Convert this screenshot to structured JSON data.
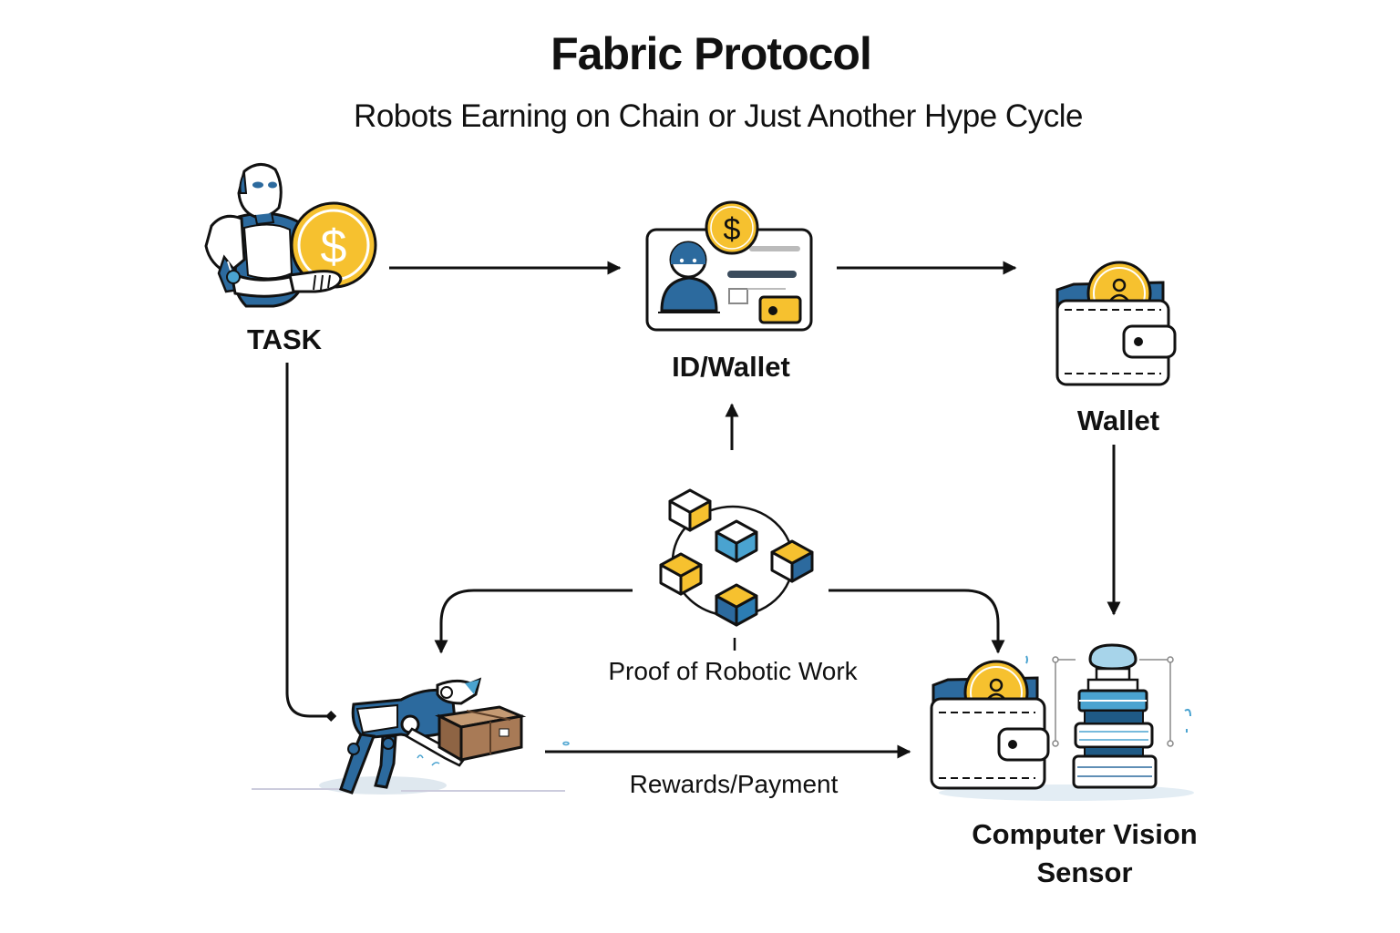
{
  "header": {
    "title": "Fabric Protocol",
    "subtitle": "Robots Earning on Chain or Just Another Hype Cycle"
  },
  "nodes": {
    "task": {
      "label": "TASK",
      "icon": "robot-holding-coin-icon"
    },
    "id_wallet": {
      "label": "ID/Wallet",
      "icon": "id-card-with-coin-icon"
    },
    "wallet": {
      "label": "Wallet",
      "icon": "wallet-with-coin-icon"
    },
    "proof": {
      "label": "Proof of Robotic Work",
      "icon": "blockchain-cubes-icon"
    },
    "robot_worker": {
      "icon": "robot-carrying-box-icon"
    },
    "cv_sensor": {
      "label_line1": "Computer Vision",
      "label_line2": "Sensor",
      "icon": "wallet-and-sensor-stack-icon"
    }
  },
  "edges": [
    {
      "from": "task",
      "to": "id_wallet",
      "label": ""
    },
    {
      "from": "id_wallet",
      "to": "wallet",
      "label": ""
    },
    {
      "from": "proof",
      "to": "id_wallet",
      "label": ""
    },
    {
      "from": "wallet",
      "to": "cv_sensor",
      "label": ""
    },
    {
      "from": "task",
      "to": "robot_worker",
      "label": ""
    },
    {
      "from": "proof",
      "to": "robot_worker",
      "label": ""
    },
    {
      "from": "proof",
      "to": "cv_sensor",
      "label": ""
    },
    {
      "from": "robot_worker",
      "to": "cv_sensor",
      "label": "Rewards/Payment"
    }
  ],
  "colors": {
    "coin_yellow": "#f6c12f",
    "robot_blue": "#2c6a9e",
    "light_blue": "#4aa3d0",
    "box_brown": "#a87a56",
    "ink": "#111111"
  }
}
